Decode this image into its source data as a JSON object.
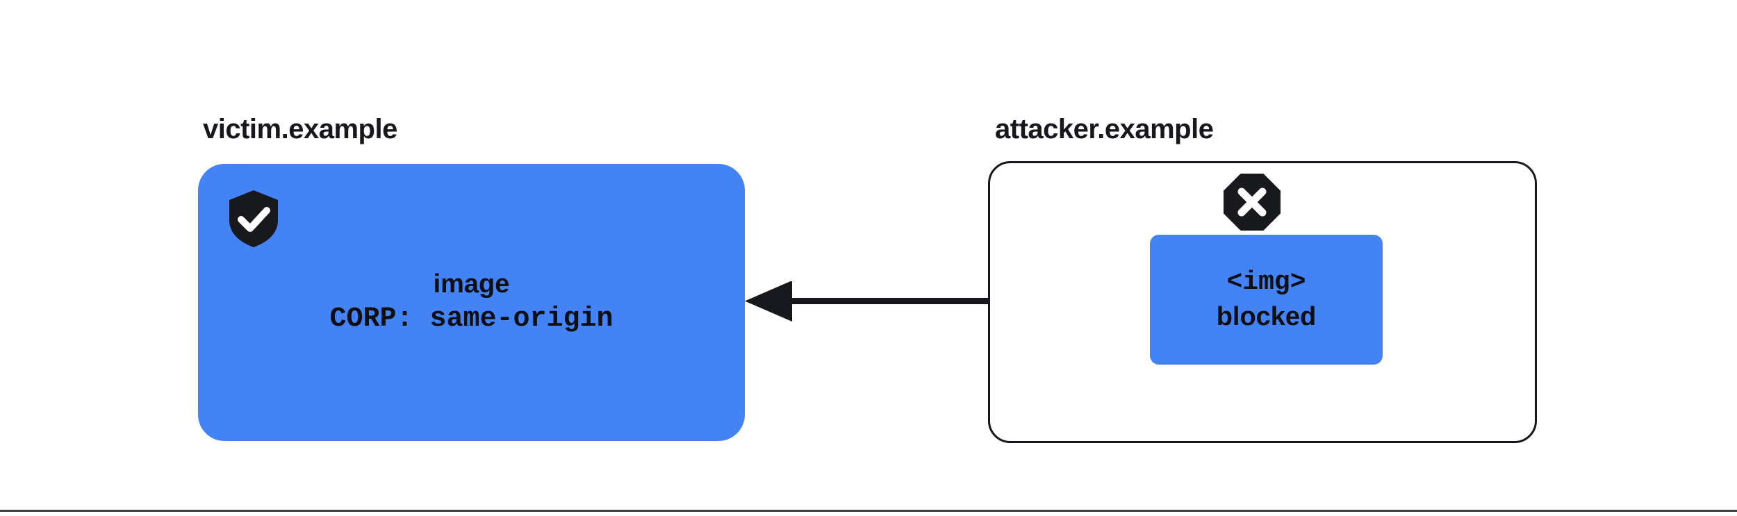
{
  "diagram": {
    "title_victim": "victim.example",
    "title_attacker": "attacker.example",
    "victim_panel": {
      "badge_icon": "shield-check-icon",
      "resource_label": "image",
      "header_label": "CORP: same-origin",
      "fill_color": "#4483f5"
    },
    "attacker_panel": {
      "badge_icon": "octagon-x-icon",
      "border_color": "#16181d",
      "embed_tag": "<img>",
      "embed_status": "blocked",
      "card_fill_color": "#4483f5"
    },
    "arrow": {
      "icon": "arrow-left-icon",
      "direction": "right-to-left",
      "color": "#16181d"
    },
    "rule_color": "#3c3f44"
  }
}
